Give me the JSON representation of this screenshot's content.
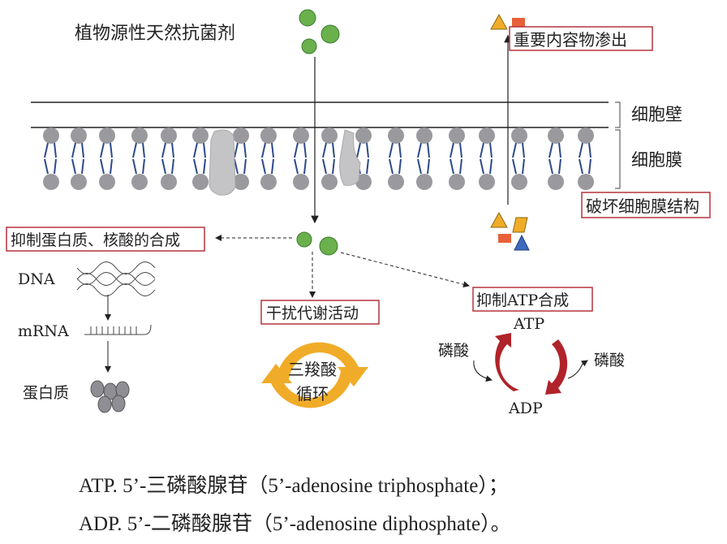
{
  "title": "植物源性天然抗菌剂",
  "labels": {
    "cell_wall": "细胞壁",
    "cell_membrane": "细胞膜",
    "leakage": "重要内容物渗出",
    "membrane_damage": "破坏细胞膜结构",
    "inhibit_synthesis": "抑制蛋白质、核酸的合成",
    "metabolism": "干扰代谢活动",
    "inhibit_atp": "抑制ATP合成",
    "tca_line1": "三羧酸",
    "tca_line2": "循环",
    "dna": "DNA",
    "mrna": "mRNA",
    "protein": "蛋白质",
    "atp": "ATP",
    "adp": "ADP",
    "phosphate_in": "磷酸",
    "phosphate_out": "磷酸"
  },
  "footnotes": [
    "ATP. 5’-三磷酸腺苷（5’-adenosine triphosphate）；",
    "ADP. 5’-二磷酸腺苷（5’-adenosine diphosphate）。"
  ],
  "colors": {
    "box_border": "#b5343c",
    "agent_green": "#6ab04c",
    "cycle_orange": "#f0ac28",
    "atp_red": "#b0232a",
    "lipid_head": "#9a9a9e",
    "lipid_tail": "#2d4a8a"
  }
}
